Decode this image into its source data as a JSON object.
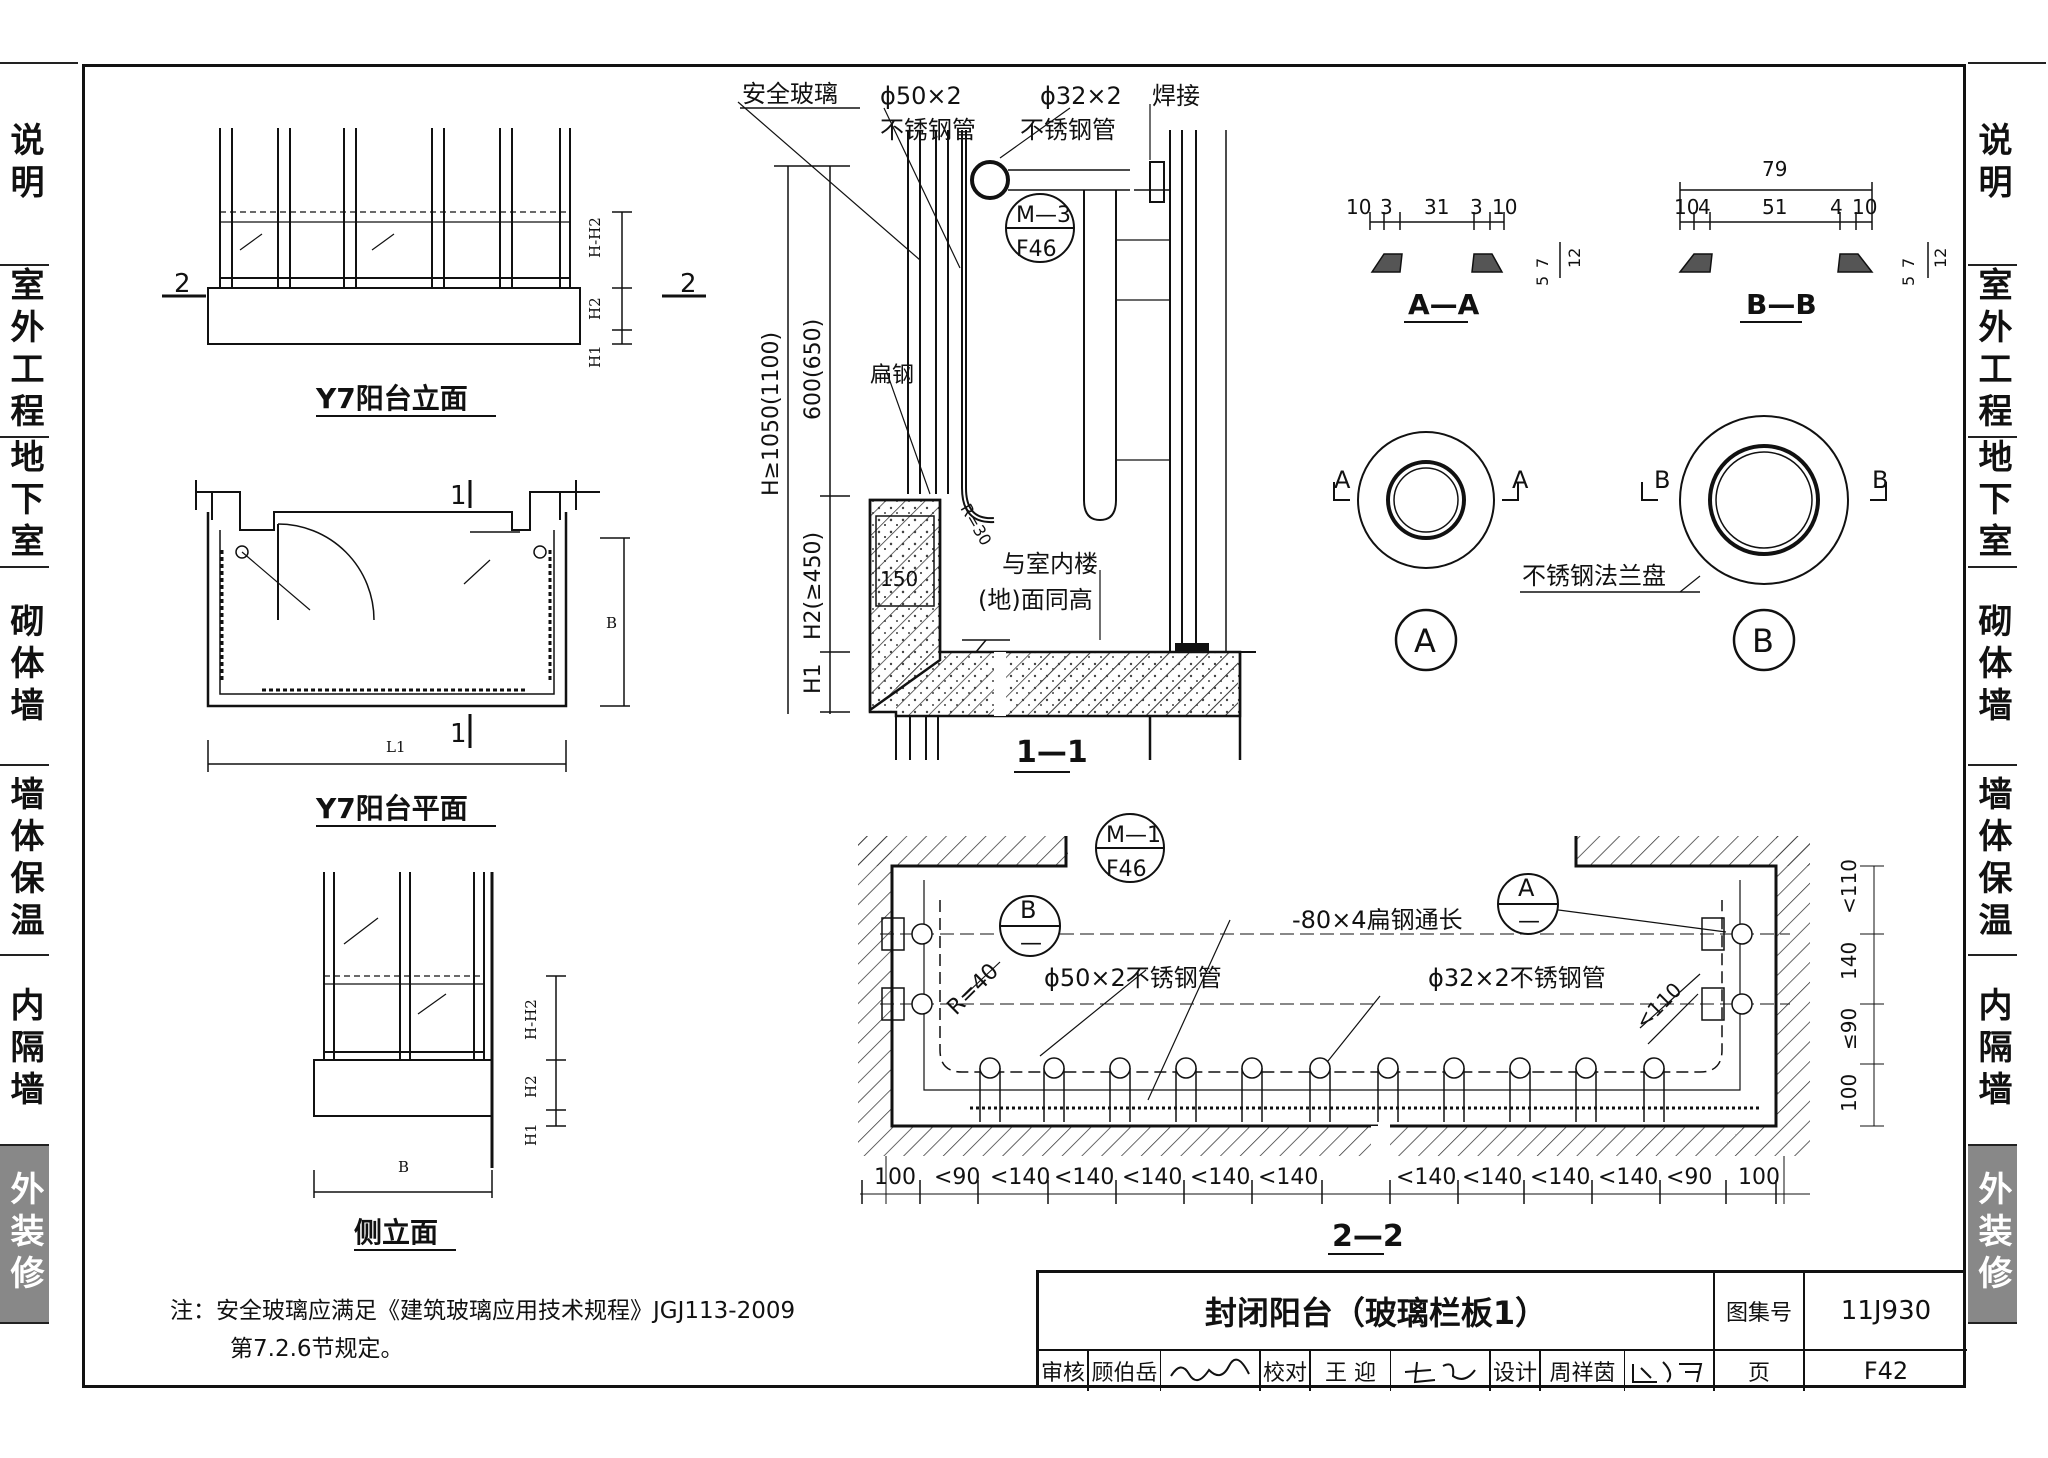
{
  "side_tabs_left": [
    "说明",
    "室外工程",
    "地下室",
    "砌体墙",
    "墙体保温",
    "内隔墙",
    "外装修"
  ],
  "side_tabs_right": [
    "说明",
    "室外工程",
    "地下室",
    "砌体墙",
    "墙体保温",
    "内隔墙",
    "外装修"
  ],
  "active_tab": "外装修",
  "views": {
    "elevation_title": "Y7阳台立面",
    "plan_title": "Y7阳台平面",
    "side_title": "侧立面",
    "section_1_title": "1—1",
    "section_2_title": "2—2",
    "aa_title": "A—A",
    "bb_title": "B—B",
    "detail_a": "A",
    "detail_b": "B"
  },
  "labels": {
    "glass": "安全玻璃",
    "pipe50": "ϕ50×2",
    "pipe32": "ϕ32×2",
    "stainless_pipe": "不锈钢管",
    "weld": "焊接",
    "flat_steel": "扁钢",
    "ref_m3": "M—3",
    "ref_m1": "M—1",
    "ref_page": "F46",
    "same_height_1": "与室内楼",
    "same_height_2": "(地)面同高",
    "flange": "不锈钢法兰盘",
    "flat_bar_long": "-80×4扁钢通长",
    "pipe50_long": "ϕ50×2不锈钢管",
    "pipe32_long": "ϕ32×2不锈钢管",
    "r40": "R=40",
    "r30": "R=30",
    "h_dim": "H≥1050(1100)",
    "dim_600": "600(650)",
    "h2_dim": "H2(≥450)",
    "h1": "H1",
    "h2": "H2",
    "h_minus_h2": "H-H2",
    "dim_150": "150",
    "dim_b": "B",
    "dim_l1": "L1",
    "sec_2": "2",
    "sec_1": "1",
    "circle_b": "B",
    "circle_a": "A",
    "dash": "—"
  },
  "aa_dims": [
    "10",
    "3",
    "31",
    "3",
    "10"
  ],
  "aa_vert": [
    "5",
    "7",
    "12"
  ],
  "bb_top": "79",
  "bb_dims": [
    "10",
    "4",
    "51",
    "4",
    "10"
  ],
  "bb_vert": [
    "5",
    "7",
    "12"
  ],
  "dims_2_2_bottom": [
    "100",
    "<90",
    "<140",
    "<140",
    "<140",
    "<140",
    "<140",
    "<140",
    "<140",
    "<140",
    "<140",
    "<90",
    "100"
  ],
  "dims_2_2_right": [
    "<110",
    "140",
    "≤90",
    "100"
  ],
  "dim_110_diag": "<110",
  "note_line1": "注：安全玻璃应满足《建筑玻璃应用技术规程》JGJ113-2009",
  "note_line2": "第7.2.6节规定。",
  "title_block": {
    "title": "封闭阳台（玻璃栏板1）",
    "atlas_label": "图集号",
    "atlas_no": "11J930",
    "page_label": "页",
    "page_no": "F42",
    "review_label": "审核",
    "reviewer": "顾伯岳",
    "check_label": "校对",
    "checker": "王 迎",
    "design_label": "设计",
    "designer": "周祥茵"
  }
}
